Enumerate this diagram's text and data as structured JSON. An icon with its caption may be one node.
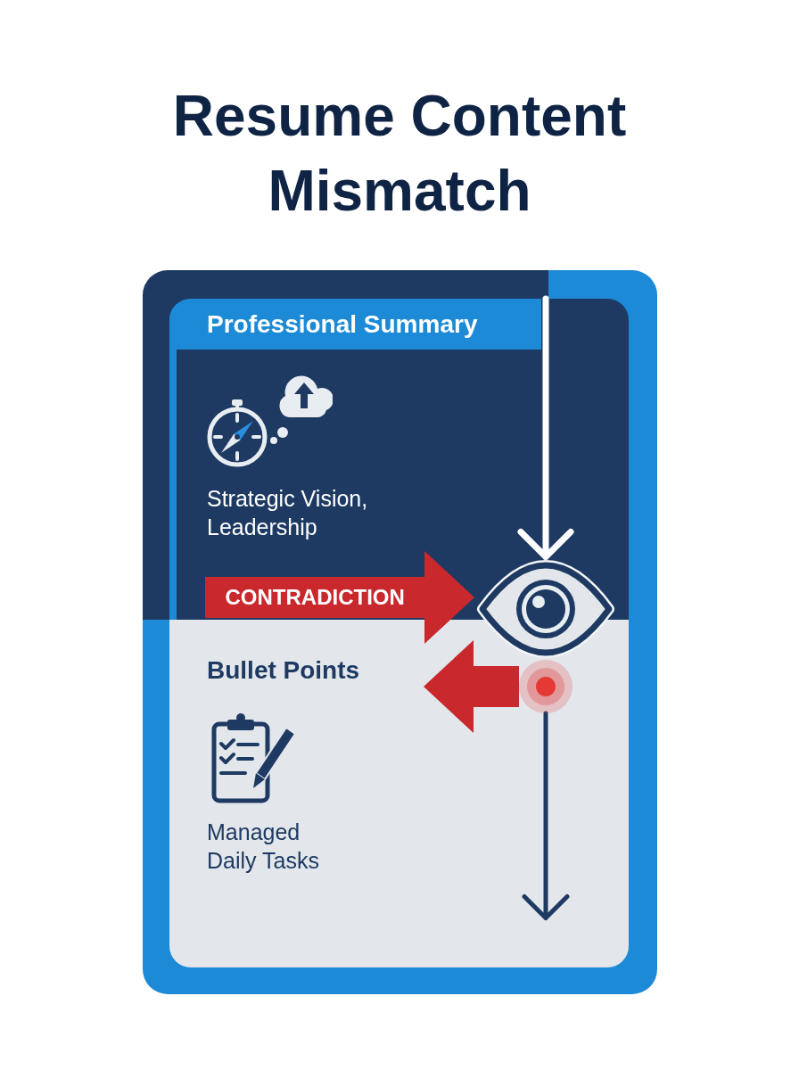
{
  "diagram": {
    "title": "Resume Content Mismatch",
    "nodes": [
      {
        "text": [],
        "shape": "box"
      },
      {
        "text": [
          "Professional Summary",
          "Strategic Vision, Leadership"
        ],
        "in": 0
      },
      {
        "text": [
          "Bullet Points",
          "Managed Daily Tasks"
        ],
        "in": 0
      },
      {
        "text": [],
        "shape": "picture",
        "in": 0
      },
      {
        "text": [],
        "shape": "circle",
        "in": 2
      }
    ],
    "edges": [
      {
        "from": 1,
        "to": 3,
        "arrow": "to",
        "color": "#ffffff"
      },
      {
        "from": null,
        "to": 3,
        "arrow": "to",
        "label": "CONTRADICTION",
        "style": "thick",
        "color": "#c9282d"
      },
      {
        "from": 4,
        "to": null,
        "arrow": "to",
        "style": "thick",
        "color": "#c9282d"
      },
      {
        "from": 4,
        "to": null,
        "arrow": "to",
        "color": "#1e3a62"
      }
    ]
  }
}
